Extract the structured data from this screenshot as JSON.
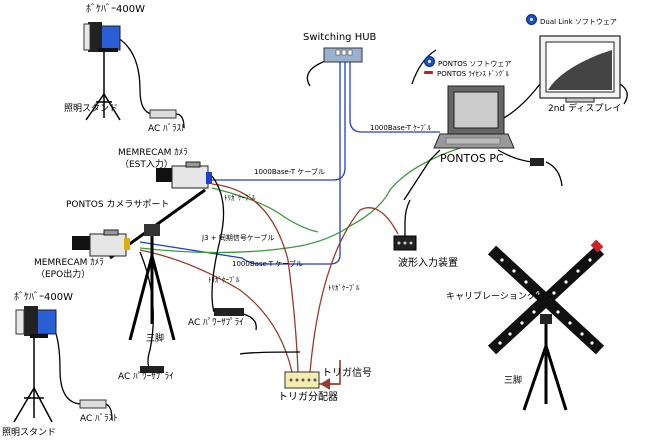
{
  "labels": {
    "lamp_top": "ﾎﾞｹﾊﾞｰ400W",
    "stand_top": "照明スタンド",
    "ballast_top": "AC ﾊﾞﾗｽﾄ",
    "switching_hub": "Switching HUB",
    "cable_1000base_pc": "1000Base-T ｹｰﾌﾞﾙ",
    "pontos_software": "PONTOS ソフトウェア",
    "pontos_license": "PONTOS ﾗｲｾﾝｽ ﾄﾞﾝｸﾞﾙ",
    "dual_link_software": "Dual Link ソフトウェア",
    "second_display": "2nd ディスプレイ",
    "pontos_pc": "PONTOS PC",
    "memrecam_est": "MEMRECAM ｶﾒﾗ",
    "memrecam_est_sub": "（EST入力）",
    "cable_1000base_est": "1000Base-T ケーブル",
    "trigger_cable_1": "ﾄﾘｶﾞｹｰﾌﾞﾙ",
    "pontos_camera_support": "PONTOS カメラサポート",
    "j3_sync_cable": "J3 + 同期信号ケーブル",
    "memrecam_epo": "MEMRECAM ｶﾒﾗ",
    "memrecam_epo_sub": "（EPO出力）",
    "cable_1000base_epo": "1000Base-T ケーブル",
    "trigger_cable_2": "ﾄﾘｶﾞｹｰﾌﾞﾙ",
    "trigger_cable_3": "ﾄﾘｶﾞｹｰﾌﾞﾙ",
    "waveform_input": "波形入力装置",
    "ac_power_supply_1": "AC ﾊﾟﾜｰｻﾌﾟﾗｲ",
    "tripod_left": "三脚",
    "ac_power_supply_2": "AC ﾊﾟﾜｰｻﾌﾟﾗｲ",
    "lamp_bottom": "ﾎﾞｹﾊﾞｰ400W",
    "ballast_bottom": "AC ﾊﾞﾗｽﾄ",
    "stand_bottom": "照明スタンド",
    "trigger_signal": "トリガ信号",
    "trigger_distributor": "トリガ分配器",
    "calibration_cross": "キャリブレーションクロス",
    "tripod_right": "三脚"
  },
  "colors": {
    "lan_cable": "#1f3fd0",
    "trigger_cable": "#9a3b2a",
    "sync_cable": "#3a9a3a",
    "power_cable": "#000000",
    "lamp_head": "#2a5fd8",
    "calibration_dot": "#ffffff",
    "calibration_tip": "#d0202a"
  },
  "icons": {
    "pontos_software": "disc-icon",
    "dual_link_software": "disc-icon",
    "pontos_license": "dongle-icon"
  }
}
